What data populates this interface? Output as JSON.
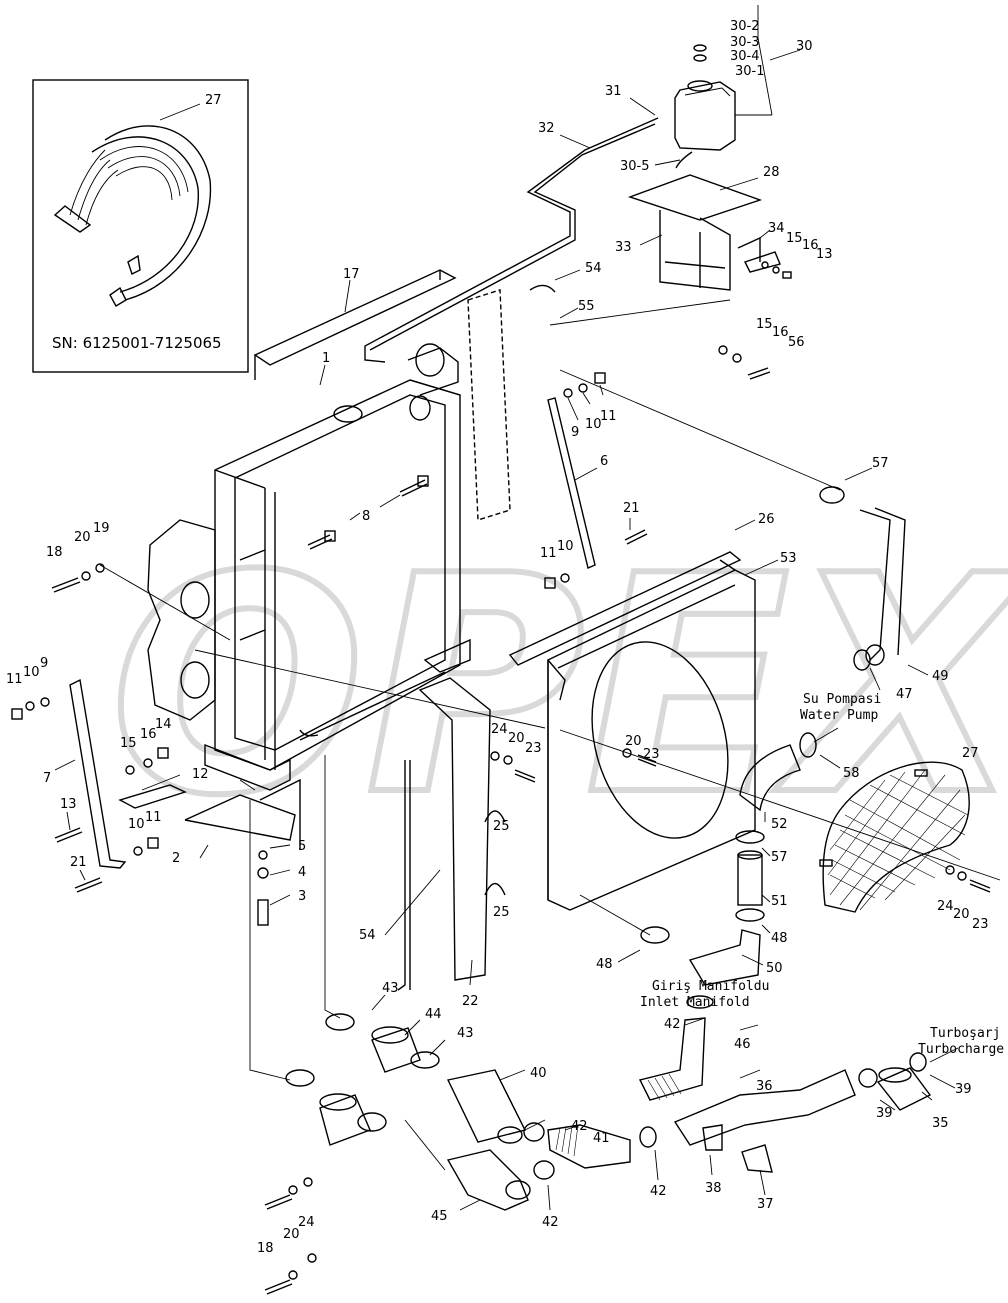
{
  "inset": {
    "serial_range": "SN: 6125001-7125065",
    "part": "27"
  },
  "watermark": "OPEX",
  "flow_notes": {
    "water_pump_tr": "Su Pompasi",
    "water_pump_en": "Water Pump",
    "inlet_manifold_tr": "Giriş Manifoldu",
    "inlet_manifold_en": "Inlet Manifold",
    "turbocharger_tr": "Turboşarj",
    "turbocharger_en": "Turbocharge"
  },
  "callouts": {
    "c30_2": "30-2",
    "c30_3": "30-3",
    "c30_4": "30-4",
    "c30_1": "30-1",
    "c30": "30",
    "c31": "31",
    "c32": "32",
    "c30_5": "30-5",
    "c28": "28",
    "c34": "34",
    "c15a": "15",
    "c16a": "16",
    "c13a": "13",
    "c33": "33",
    "c54a": "54",
    "c55": "55",
    "c15b": "15",
    "c16b": "16",
    "c56": "56",
    "c17": "17",
    "c1": "1",
    "c9a": "9",
    "c10a": "10",
    "c11a": "11",
    "c6": "6",
    "c8": "8",
    "c57a": "57",
    "c18a": "18",
    "c20a": "20",
    "c19": "19",
    "c21a": "21",
    "c11b": "11",
    "c10b": "10",
    "c26": "26",
    "c53": "53",
    "c11c": "11",
    "c10c": "10",
    "c9c": "9",
    "c15c": "15",
    "c16c": "16",
    "c14": "14",
    "c7": "7",
    "c12": "12",
    "c13b": "13",
    "c10d": "10",
    "c11d": "11",
    "c21b": "21",
    "c2": "2",
    "c5": "5",
    "c4": "4",
    "c3": "3",
    "c24a": "24",
    "c20b": "20",
    "c23a": "23",
    "c25a": "25",
    "c25b": "25",
    "c20c": "20",
    "c23b": "23",
    "c47": "47",
    "c49": "49",
    "c58": "58",
    "c52": "52",
    "c57b": "57",
    "c51": "51",
    "c48a": "48",
    "c50": "50",
    "c48b": "48",
    "c27": "27",
    "c24b": "24",
    "c20d": "20",
    "c23c": "23",
    "c54b": "54",
    "c22": "22",
    "c43a": "43",
    "c44": "44",
    "c43b": "43",
    "c40": "40",
    "c42a": "42",
    "c41": "41",
    "c42b": "42",
    "c46": "46",
    "c36": "36",
    "c39a": "39",
    "c35": "35",
    "c39b": "39",
    "c42c": "42",
    "c38": "38",
    "c37": "37",
    "c45": "45",
    "c42d": "42",
    "c20e": "20",
    "c24c": "24",
    "c18b": "18"
  }
}
